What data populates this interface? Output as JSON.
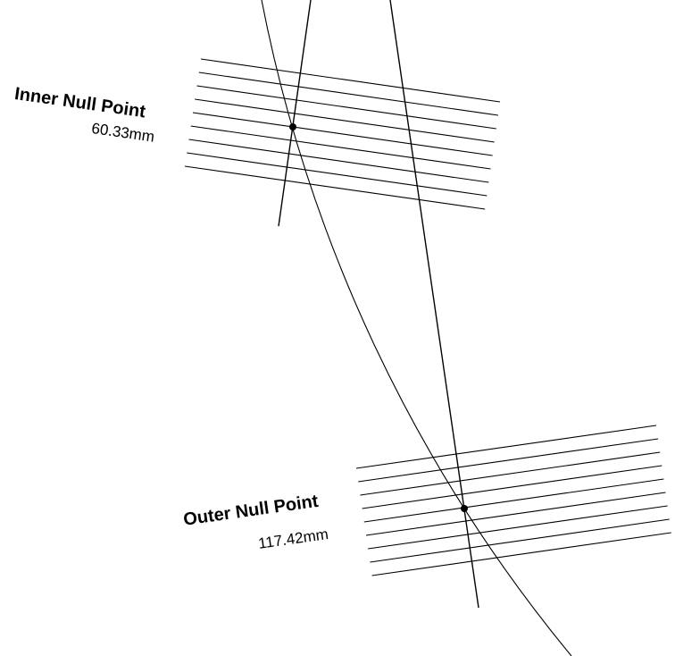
{
  "inner": {
    "title": "Inner Null Point",
    "value": "60.33mm"
  },
  "outer": {
    "title": "Outer Null Point",
    "value": "117.42mm"
  },
  "colors": {
    "line": "#000000",
    "background": "#ffffff"
  }
}
